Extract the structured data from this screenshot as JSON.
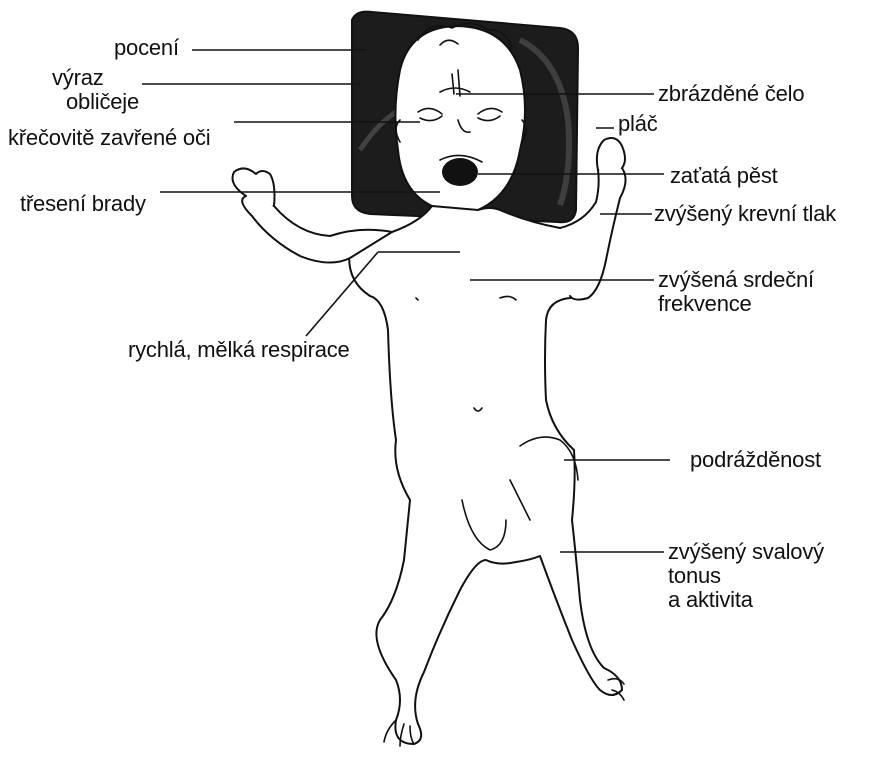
{
  "labels": {
    "poceni": "pocení",
    "vyraz_line1": "výraz",
    "vyraz_line2": "obličeje",
    "krecovite": "křečovitě zavřené oči",
    "treseni": "třesení brady",
    "zbrazdene": "zbrázděné čelo",
    "plac": "pláč",
    "zatata": "zaťatá pěst",
    "krevni": "zvýšený krevní tlak",
    "srdecni_line1": "zvýšená srdeční",
    "srdecni_line2": "frekvence",
    "respirace": "rychlá, mělká respirace",
    "podrazdenost": "podrážděnost",
    "svalovy_line1": "zvýšený svalový",
    "svalovy_line2": "tonus",
    "svalovy_line3": "a aktivita"
  },
  "colors": {
    "ink": "#111111",
    "pillow": "#1a1a1a",
    "background": "#ffffff"
  }
}
